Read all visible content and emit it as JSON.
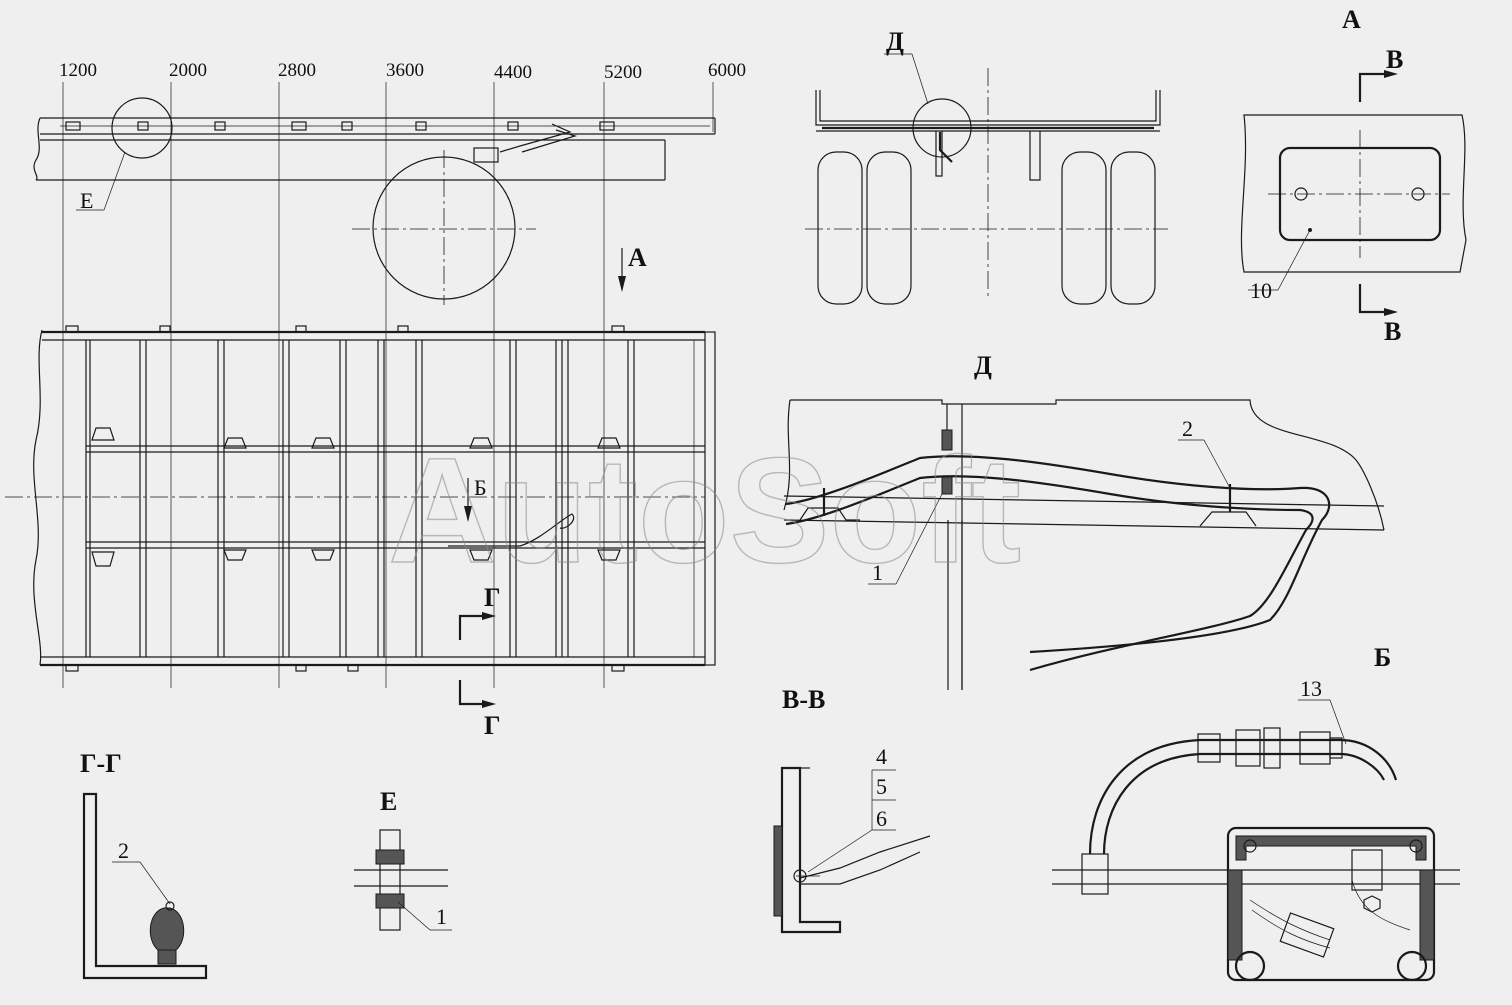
{
  "dimensions": [
    "1200",
    "2000",
    "2800",
    "3600",
    "4400",
    "5200",
    "6000"
  ],
  "view_labels": {
    "A": "А",
    "B_top": "В",
    "B_bottom": "В",
    "D": "Д",
    "BB": "В-В",
    "GG": "Г-Г",
    "E": "Е",
    "Bview": "Б",
    "arrow_A": "А",
    "arrow_B": "Б",
    "G_top": "Г",
    "G_bottom": "Г",
    "callout_E": "Е",
    "callout_D": "Д"
  },
  "part_numbers": {
    "p1_D": "1",
    "p2_D": "2",
    "p10": "10",
    "p13": "13",
    "p4": "4",
    "p5": "5",
    "p6": "6",
    "p2_GG": "2",
    "p1_E": "1"
  },
  "watermark": "AutoSoft"
}
